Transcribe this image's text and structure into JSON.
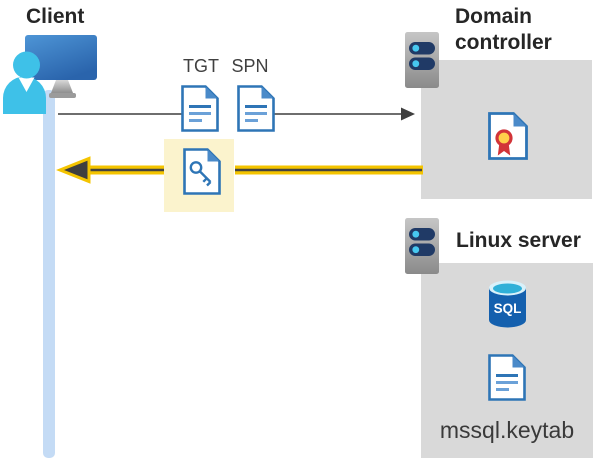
{
  "client": {
    "label": "Client"
  },
  "tickets": {
    "tgt_label": "TGT",
    "spn_label": "SPN"
  },
  "domain_controller": {
    "label": "Domain controller"
  },
  "linux_server": {
    "label": "Linux server",
    "sql_badge": "SQL",
    "keytab_file": "mssql.keytab"
  },
  "icons": {
    "client": "user-at-monitor-icon",
    "client_timeline": "timeline-bar",
    "tgt": "document-icon",
    "spn": "document-icon",
    "session_key": "key-document-icon",
    "domain_controller": "server-icon",
    "certificate": "certificate-icon",
    "linux_server": "server-icon",
    "sql_database": "sql-database-icon",
    "keytab": "document-icon",
    "request": "right-arrow",
    "response": "left-yellow-arrow"
  },
  "colors": {
    "arrow_yellow": "#F4C400",
    "arrow_dark": "#3F3F3F",
    "arrow_gray": "#595959",
    "highlight_yellow": "#FBF3CD",
    "panel_gray": "#D9D9D9",
    "doc_border_blue": "#2E75B6",
    "doc_fold_blue": "#4A8AC9",
    "doc_line_light_blue": "#6BA1D8",
    "person_cyan": "#3EC1E8",
    "monitor_blue_top": "#4E95D6",
    "monitor_blue_bottom": "#2A64AC",
    "sql_body_blue": "#1460AE",
    "sql_top_cyan": "#2FB0D8",
    "cert_ribbon_red": "#D23438",
    "cert_seal_yellow": "#FFD04A",
    "server_bar_navy": "#203A66",
    "server_dot_cyan": "#47C8F0",
    "timeline_blue": "#C4DBF5",
    "title_text": "#262626",
    "label_text": "#404040"
  }
}
